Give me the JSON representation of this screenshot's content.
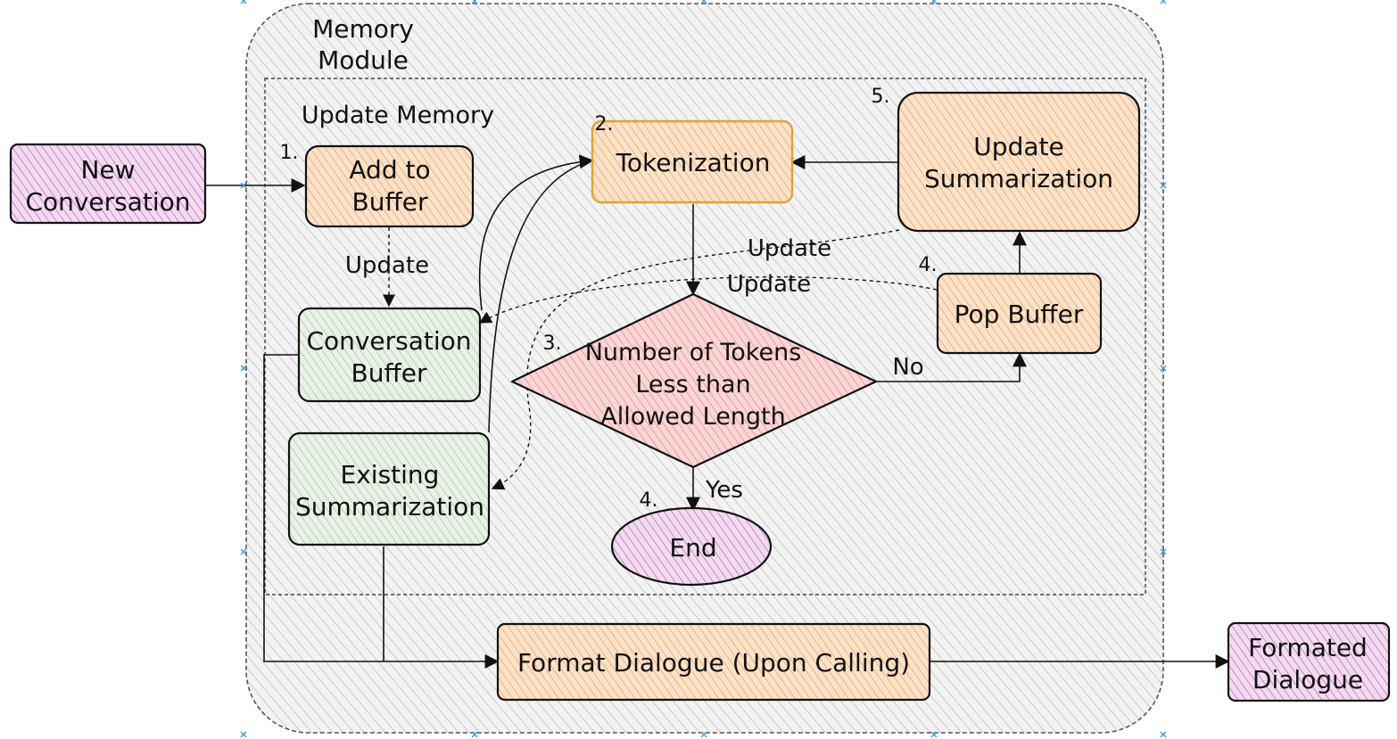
{
  "colors": {
    "purple": "#e8bfe6",
    "purple_stroke": "#b07aae",
    "orange": "#f9cda3",
    "orange_stroke": "#e2a36a",
    "gold_stroke": "#d9a441",
    "green": "#d5e6d2",
    "green_stroke": "#9dba97",
    "red": "#f6b7b7",
    "red_stroke": "#e38d8d",
    "module_bg": "#d9d9d9",
    "marker": "#3a9ad9"
  },
  "module": {
    "title_line1": "Memory",
    "title_line2": "Module"
  },
  "update_memory": {
    "title": "Update Memory"
  },
  "nodes": {
    "new_conversation": {
      "line1": "New",
      "line2": "Conversation"
    },
    "add_to_buffer": {
      "line1": "Add to",
      "line2": "Buffer",
      "step": "1."
    },
    "tokenization": {
      "label": "Tokenization",
      "step": "2."
    },
    "update_summarization": {
      "line1": "Update",
      "line2": "Summarization",
      "step": "5."
    },
    "conversation_buffer": {
      "line1": "Conversation",
      "line2": "Buffer"
    },
    "existing_summarization": {
      "line1": "Existing",
      "line2": "Summarization"
    },
    "decision": {
      "line1": "Number of Tokens",
      "line2": "Less than",
      "line3": "Allowed Length",
      "step": "3."
    },
    "pop_buffer": {
      "label": "Pop Buffer",
      "step": "4."
    },
    "end": {
      "label": "End",
      "step": "4."
    },
    "format_dialogue": {
      "label": "Format Dialogue (Upon Calling)"
    },
    "formated_dialogue": {
      "line1": "Formated",
      "line2": "Dialogue"
    }
  },
  "edges": {
    "update_a": "Update",
    "update_b": "Update",
    "update_c": "Update",
    "no": "No",
    "yes": "Yes"
  }
}
